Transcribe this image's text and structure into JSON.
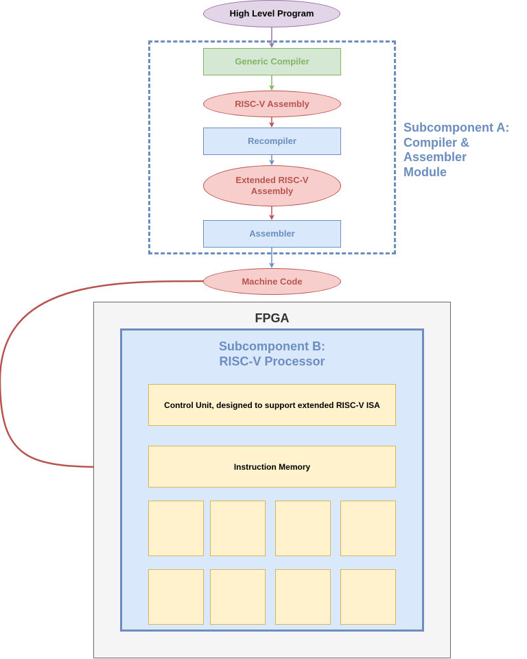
{
  "flow": {
    "high_level_program": "High Level Program",
    "generic_compiler": "Generic Compiler",
    "riscv_assembly": "RISC-V Assembly",
    "recompiler": "Recompiler",
    "extended_riscv_assembly": "Extended RISC-V Assembly",
    "assembler": "Assembler",
    "machine_code": "Machine Code"
  },
  "subcomponent_a": {
    "line1": "Subcomponent A:",
    "line2": "Compiler &",
    "line3": "Assembler",
    "line4": "Module"
  },
  "fpga": {
    "title": "FPGA"
  },
  "subcomponent_b": {
    "line1": "Subcomponent B:",
    "line2": "RISC-V Processor",
    "control_unit": "Control Unit, designed to support extended RISC-V ISA",
    "instruction_memory": "Instruction Memory",
    "blank_blocks": 8
  },
  "colors": {
    "purple_fill": "#e1d5e7",
    "purple_stroke": "#9673a6",
    "green_fill": "#d5e8d4",
    "green_stroke": "#82b366",
    "green_text": "#82b366",
    "red_fill": "#f8cecc",
    "red_stroke": "#b85450",
    "red_text": "#b85450",
    "blue_fill": "#dae8fc",
    "blue_stroke": "#6c8ebf",
    "blue_text": "#6c8ebf",
    "yellow_fill": "#fff2cc",
    "yellow_stroke": "#d6b656"
  }
}
